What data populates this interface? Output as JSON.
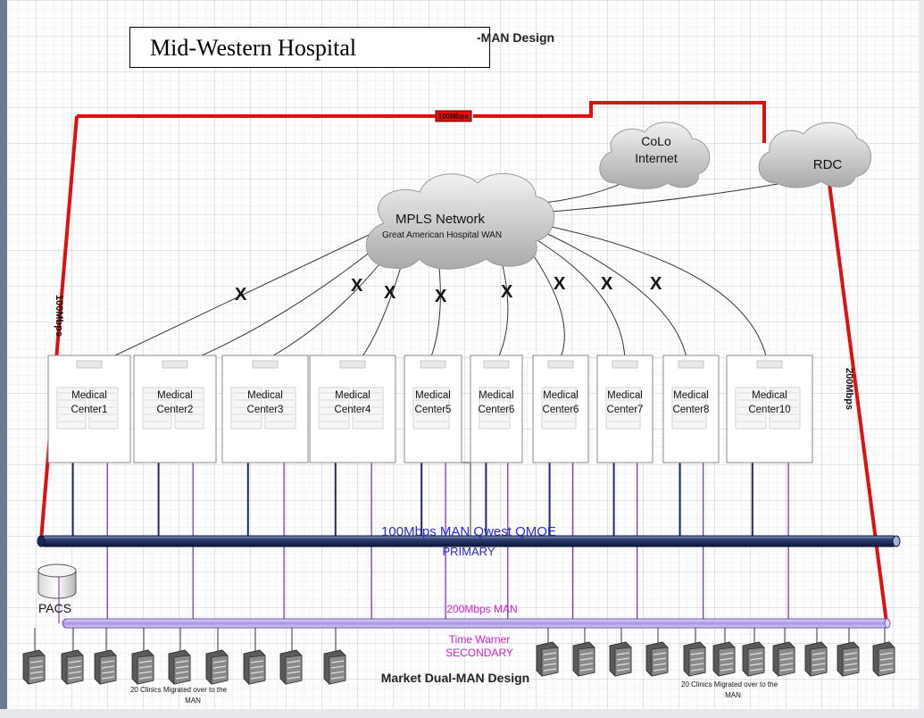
{
  "title": "Mid-Western Hospital",
  "title_partial": "-MAN Design",
  "top_link_label": "100Mbps",
  "left_link_label": "100Mbps",
  "right_link_label": "200Mbps",
  "colo": {
    "line1": "CoLo",
    "line2": "Internet"
  },
  "rdc": "RDC",
  "mpls": {
    "title": "MPLS Network",
    "subtitle": "Great American Hospital WAN"
  },
  "cut_mark": "X",
  "centers": [
    {
      "line1": "Medical",
      "line2": "Center1"
    },
    {
      "line1": "Medical",
      "line2": "Center2"
    },
    {
      "line1": "Medical",
      "line2": "Center3"
    },
    {
      "line1": "Medical",
      "line2": "Center4"
    },
    {
      "line1": "Medical",
      "line2": "Center5"
    },
    {
      "line1": "Medical",
      "line2": "Center6"
    },
    {
      "line1": "Medical",
      "line2": "Center6"
    },
    {
      "line1": "Medical",
      "line2": "Center7"
    },
    {
      "line1": "Medical",
      "line2": "Center8"
    },
    {
      "line1": "Medical",
      "line2": "Center10"
    }
  ],
  "primary_man": {
    "line1": "100Mbps MAN Qwest QMOE",
    "line2": "PRIMARY"
  },
  "secondary_man": {
    "line1": "200Mbps MAN",
    "line2": "Time Warner",
    "line3": "SECONDARY"
  },
  "pacs": "PACS",
  "clinics_left": {
    "line1": "20 Clinics Migrated over to the",
    "line2": "MAN"
  },
  "clinics_right": {
    "line1": "20 Clinics Migrated over to the",
    "line2": "MAN"
  },
  "footer_title": "Market Dual-MAN Design",
  "colors": {
    "red_link": "#e01010",
    "primary_pipe": "#1a2a5a",
    "secondary_pipe": "#b9a8e6",
    "primary_text": "#2a2ad0",
    "secondary_text": "#cc22cc"
  }
}
